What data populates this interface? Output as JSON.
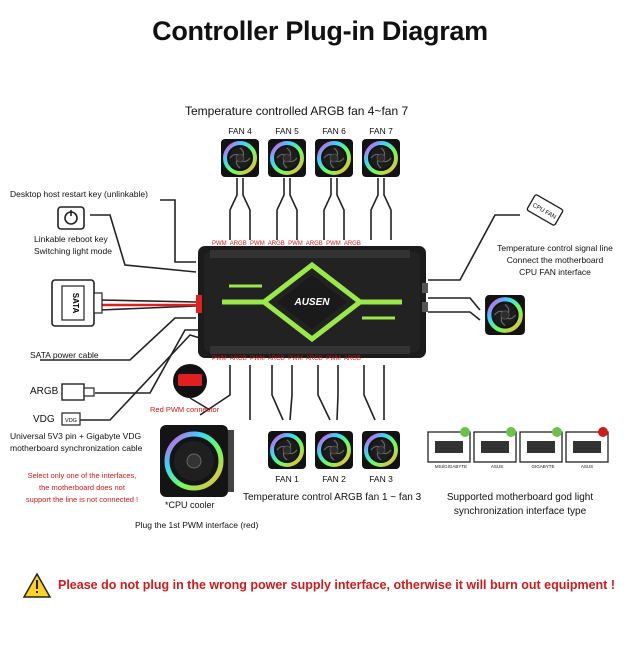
{
  "title": "Controller Plug-in Diagram",
  "top_header": "Temperature controlled ARGB fan 4~fan 7",
  "top_fans": [
    "FAN 4",
    "FAN 5",
    "FAN 6",
    "FAN 7"
  ],
  "bottom_fans": [
    "FAN 1",
    "FAN 2",
    "FAN 3"
  ],
  "port_labels": [
    "PWM",
    "ARGB",
    "PWM",
    "ARGB",
    "PWM",
    "ARGB",
    "PWM",
    "ARGB"
  ],
  "brand": "AUSEN",
  "left": {
    "restart_key": "Desktop host restart key (unlinkable)",
    "reboot_key_line1": "Linkable reboot key",
    "reboot_key_line2": "Switching light mode",
    "sata_plug": "SATA",
    "sata_cable": "SATA power cable",
    "argb": "ARGB",
    "vdg": "VDG",
    "vdg_plug": "VDG",
    "universal_line1": "Universal 5V3 pin + Gigabyte VDG",
    "universal_line2": "motherboard synchronization cable",
    "notice_line1": "Select only one of the interfaces,",
    "notice_line2": "the motherboard does not",
    "notice_line3": "support the line is not connected !",
    "red_pwm": "Red PWM connector",
    "cpu_cooler": "*CPU cooler",
    "plug_first": "Plug the 1st PWM interface (red)"
  },
  "right": {
    "cpu_fan_tag": "CPU FAN",
    "signal_line1": "Temperature control signal line",
    "signal_line2": "Connect the motherboard",
    "signal_line3": "CPU FAN interface",
    "supported_line1": "Supported motherboard god light",
    "supported_line2": "synchronization interface type",
    "board_labels": [
      "MSI/GIGABYTE",
      "ASUS",
      "GIGABYTE",
      "ASUS"
    ]
  },
  "bottom_caption": "Temperature control ARGB fan 1 ~ fan 3",
  "warning": "Please do not plug in the wrong power supply interface, otherwise it will burn out equipment !",
  "colors": {
    "warning_red": "#d11a1a",
    "controller_glow": "#9be84a",
    "controller_body": "#1b1b1b"
  }
}
